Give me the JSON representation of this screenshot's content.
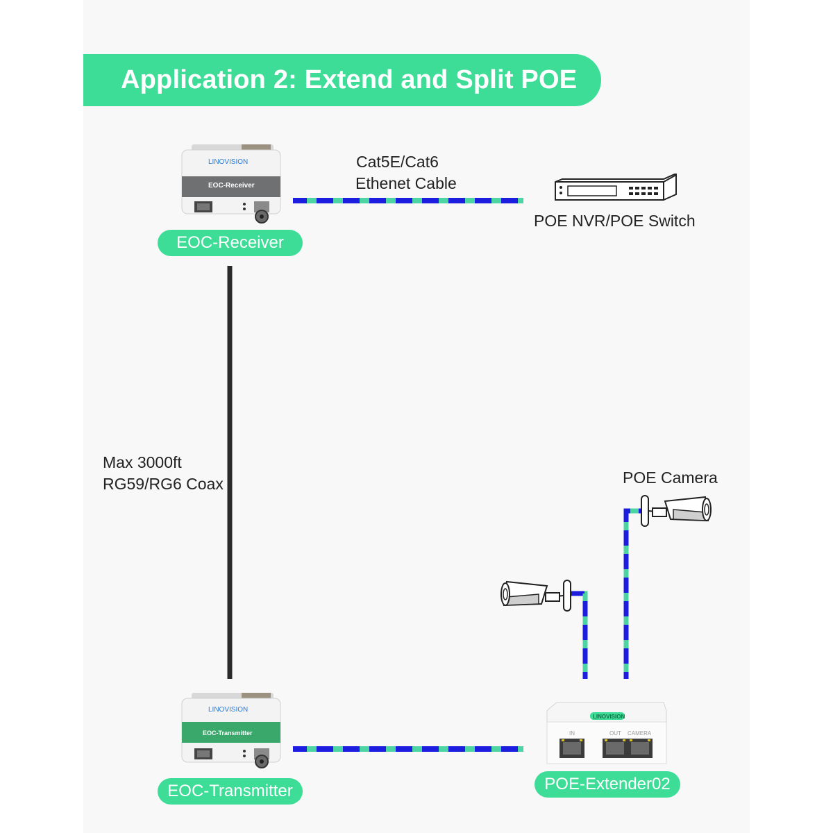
{
  "title": "Application 2: Extend and Split POE",
  "colors": {
    "accent": "#3ddc97",
    "cable_blue": "#1d1de0",
    "cable_green": "#4cd4a2",
    "coax": "#2a2a2a"
  },
  "devices": {
    "receiver": {
      "pill": "EOC-Receiver",
      "brand": "LINOVISION",
      "body_label": "EOC-Receiver"
    },
    "transmitter": {
      "pill": "EOC-Transmitter",
      "brand": "LINOVISION",
      "body_label": "EOC-Transmitter"
    },
    "extender": {
      "pill": "POE-Extender02",
      "brand": "LINOVISION",
      "port_labels": [
        "IN",
        "OUT",
        "CAMERA"
      ]
    },
    "switch": {
      "label": "POE NVR/POE Switch",
      "icon": "nvr-switch-icon"
    },
    "camera_top": {
      "label": "POE Camera",
      "icon": "bullet-camera-icon"
    },
    "camera_left": {
      "icon": "bullet-camera-icon"
    }
  },
  "cables": {
    "ethernet_line1": "Cat5E/Cat6",
    "ethernet_line2": "Ethenet Cable",
    "coax_line1": "Max 3000ft",
    "coax_line2": "RG59/RG6 Coax"
  }
}
